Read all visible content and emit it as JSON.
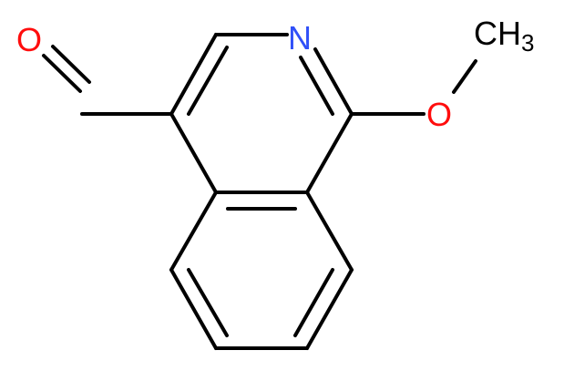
{
  "molecule": {
    "atoms": {
      "aldehyde_oxygen": "O",
      "ring_nitrogen": "N",
      "ether_oxygen": "O",
      "methyl_carbon": "CH",
      "methyl_subscript": "3"
    },
    "colors": {
      "bond": "#000000",
      "nitrogen": "#3050F8",
      "oxygen": "#FF0D0D",
      "carbon_text": "#000000",
      "background": "#ffffff"
    }
  }
}
